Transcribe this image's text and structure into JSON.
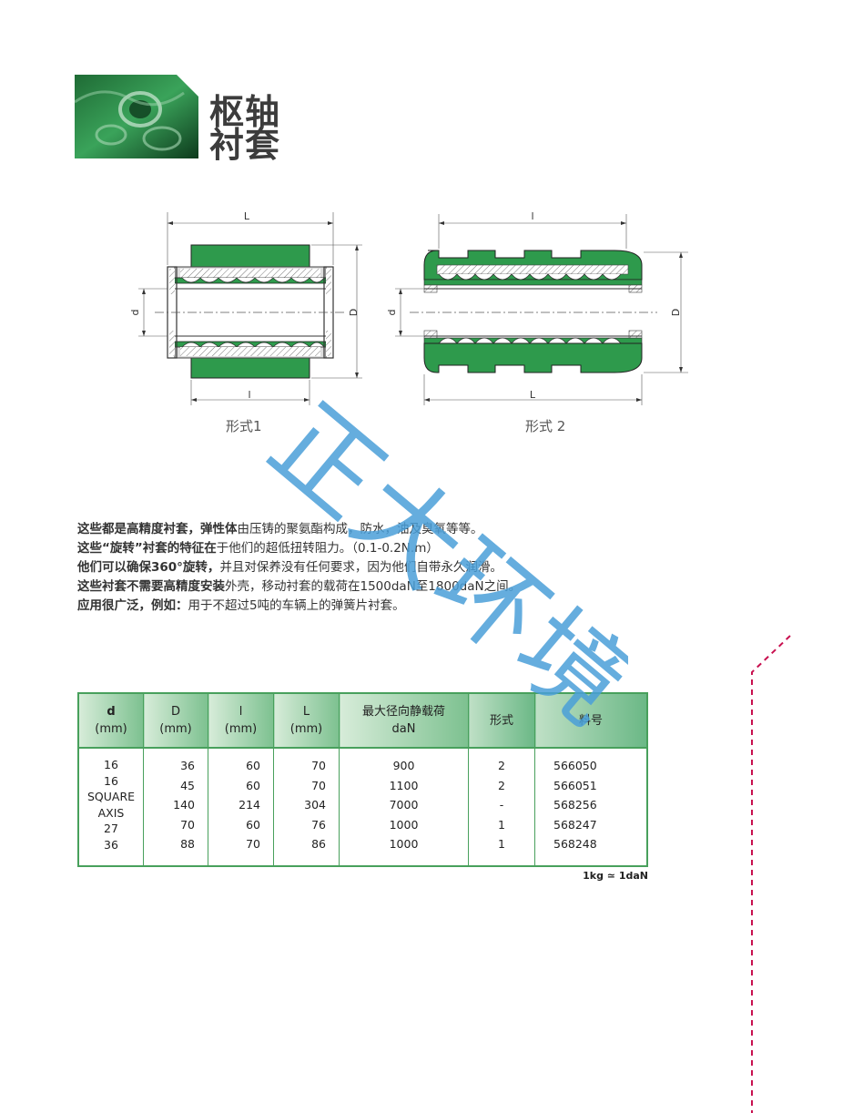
{
  "header": {
    "title_line1": "枢轴",
    "title_line2": "衬套"
  },
  "diagrams": {
    "type1": {
      "caption": "形式1",
      "dim_L": "L",
      "dim_l": "l",
      "dim_d": "d",
      "dim_D": "D"
    },
    "type2": {
      "caption": "形式 2",
      "dim_l": "l",
      "dim_L": "L",
      "dim_d": "d",
      "dim_D": "D"
    }
  },
  "description": {
    "line1_bold": "这些都是高精度衬套，弹性体",
    "line1_rest": "由压铸的聚氨酯构成，防水，油及臭氧等等。",
    "line2_bold": "这些“旋转”衬套的特征在",
    "line2_rest": "于他们的超低扭转阻力。（0.1-0.2N.m）",
    "line3_bold": "他们可以确保360°旋转，",
    "line3_rest": "并且对保养没有任何要求，因为他们自带永久润滑。",
    "line4_bold": "这些衬套不需要高精度安装",
    "line4_rest": "外壳，移动衬套的载荷在1500daN至1800daN之间。",
    "line5_bold": "应用很广泛，例如：",
    "line5_rest": "用于不超过5吨的车辆上的弹簧片衬套。"
  },
  "table": {
    "headers": [
      {
        "top": "d",
        "bottom": "(mm)"
      },
      {
        "top": "D",
        "bottom": "(mm)"
      },
      {
        "top": "l",
        "bottom": "(mm)"
      },
      {
        "top": "L",
        "bottom": "(mm)"
      },
      {
        "top": "最大径向静载荷",
        "bottom": "daN"
      },
      {
        "top": "形式",
        "bottom": ""
      },
      {
        "top": "料号",
        "bottom": ""
      }
    ],
    "col_d": [
      "16",
      "16",
      "SQUARE",
      "AXIS",
      "27",
      "36"
    ],
    "col_D": [
      "36",
      "45",
      "140",
      "70",
      "88"
    ],
    "col_l": [
      "60",
      "60",
      "214",
      "60",
      "70"
    ],
    "col_L": [
      "70",
      "70",
      "304",
      "76",
      "86"
    ],
    "col_load": [
      "900",
      "1100",
      "7000",
      "1000",
      "1000"
    ],
    "col_type": [
      "2",
      "2",
      "-",
      "1",
      "1"
    ],
    "col_part": [
      "566050",
      "566051",
      "568256",
      "568247",
      "568248"
    ]
  },
  "note": "1kg ≃ 1daN",
  "watermark": "正大环境",
  "colors": {
    "green_fill": "#2e9a4c",
    "table_border": "#48a05c",
    "watermark": "#4a9fd8",
    "dash_line": "#c8104f"
  }
}
